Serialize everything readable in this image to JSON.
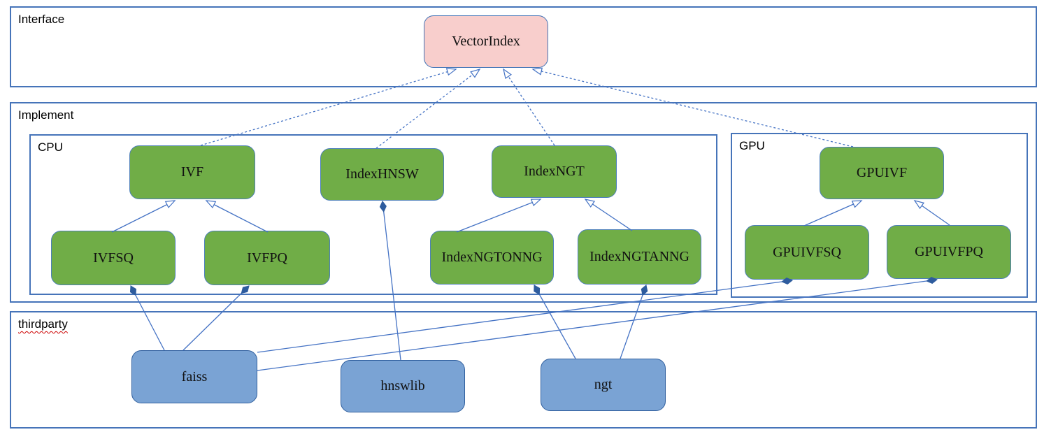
{
  "groups": {
    "interface": {
      "label": "Interface"
    },
    "implement": {
      "label": "Implement"
    },
    "cpu": {
      "label": "CPU"
    },
    "gpu": {
      "label": "GPU"
    },
    "thirdparty": {
      "label": "thirdparty"
    }
  },
  "nodes": {
    "vectorindex": {
      "label": "VectorIndex"
    },
    "ivf": {
      "label": "IVF"
    },
    "indexhnsw": {
      "label": "IndexHNSW"
    },
    "indexngt": {
      "label": "IndexNGT"
    },
    "ivfsq": {
      "label": "IVFSQ"
    },
    "ivfpq": {
      "label": "IVFPQ"
    },
    "indexngtonng": {
      "label": "IndexNGTONNG"
    },
    "indexngtanng": {
      "label": "IndexNGTANNG"
    },
    "gpuivf": {
      "label": "GPUIVF"
    },
    "gpuivfsq": {
      "label": "GPUIVFSQ"
    },
    "gpuivfpq": {
      "label": "GPUIVFPQ"
    },
    "faiss": {
      "label": "faiss"
    },
    "hnswlib": {
      "label": "hnswlib"
    },
    "ngt": {
      "label": "ngt"
    }
  },
  "edges": {
    "realization_dashed": [
      {
        "from": "IVF",
        "to": "VectorIndex"
      },
      {
        "from": "IndexHNSW",
        "to": "VectorIndex"
      },
      {
        "from": "IndexNGT",
        "to": "VectorIndex"
      },
      {
        "from": "GPUIVF",
        "to": "VectorIndex"
      }
    ],
    "inheritance": [
      {
        "from": "IVFSQ",
        "to": "IVF"
      },
      {
        "from": "IVFPQ",
        "to": "IVF"
      },
      {
        "from": "IndexNGTONNG",
        "to": "IndexNGT"
      },
      {
        "from": "IndexNGTANNG",
        "to": "IndexNGT"
      },
      {
        "from": "GPUIVFSQ",
        "to": "GPUIVF"
      },
      {
        "from": "GPUIVFPQ",
        "to": "GPUIVF"
      }
    ],
    "composition": [
      {
        "from": "faiss",
        "to": "IVFSQ"
      },
      {
        "from": "faiss",
        "to": "IVFPQ"
      },
      {
        "from": "faiss",
        "to": "GPUIVFSQ"
      },
      {
        "from": "faiss",
        "to": "GPUIVFPQ"
      },
      {
        "from": "hnswlib",
        "to": "IndexHNSW"
      },
      {
        "from": "ngt",
        "to": "IndexNGTONNG"
      },
      {
        "from": "ngt",
        "to": "IndexNGTANNG"
      }
    ]
  },
  "colors": {
    "line": "#4472c4",
    "container_border": "#4674b9",
    "class_fill": "#70ad47",
    "node_border": "#4d7fba",
    "interface_fill": "#f8cecc",
    "interface_border": "#4173b6",
    "thirdparty_fill": "#7aa3d4",
    "thirdparty_border": "#31609f",
    "diamond_fill": "#2e5c9e",
    "spellcheck_underline": "#cc0000"
  }
}
